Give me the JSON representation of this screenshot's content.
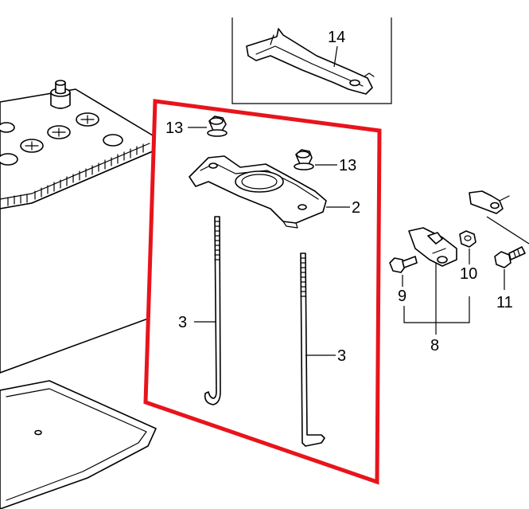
{
  "callouts": {
    "p14": "14",
    "p13a": "13",
    "p13b": "13",
    "p2": "2",
    "p3a": "3",
    "p3b": "3",
    "p9": "9",
    "p10": "10",
    "p11": "11",
    "p8": "8"
  },
  "colors": {
    "highlight_box": "#e8141b",
    "line_art": "#000000",
    "background": "#ffffff"
  }
}
